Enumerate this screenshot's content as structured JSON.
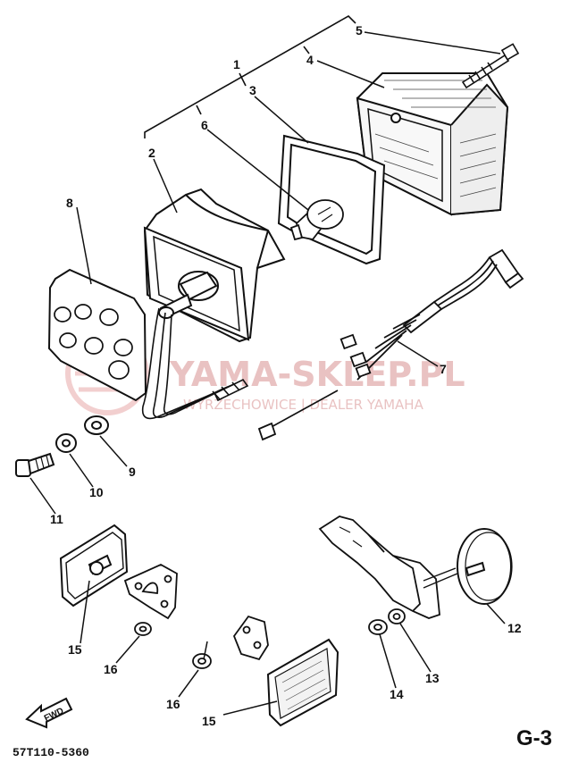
{
  "callouts": {
    "n1": "1",
    "n2": "2",
    "n3": "3",
    "n4": "4",
    "n5": "5",
    "n6": "6",
    "n7": "7",
    "n8": "8",
    "n9": "9",
    "n10": "10",
    "n11": "11",
    "n12": "12",
    "n13": "13",
    "n14a": "14",
    "n15a": "15",
    "n15b": "15",
    "n16a": "16",
    "n16b": "16"
  },
  "watermark": {
    "brand": "YAMA-SKLEP.PL",
    "tagline": "WYRZECHOWICE | DEALER YAMAHA"
  },
  "footer": {
    "part_code": "57T110-5360",
    "fwd_label": "FWD",
    "page_id": "G-3"
  }
}
